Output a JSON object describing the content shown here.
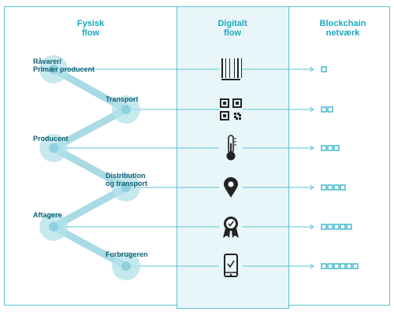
{
  "columns": {
    "physical": "Fysisk\nflow",
    "digital": "Digitalt\nflow",
    "blockchain": "Blockchain\nnetværk"
  },
  "steps": [
    {
      "label": "Råvarer/\nPrimær producent",
      "icon": "barcode-icon",
      "blocks": 1
    },
    {
      "label": "Transport",
      "icon": "qr-code-icon",
      "blocks": 2
    },
    {
      "label": "Producent",
      "icon": "thermometer-icon",
      "blocks": 3
    },
    {
      "label": "Distribution\nog transport",
      "icon": "location-pin-icon",
      "blocks": 4
    },
    {
      "label": "Aftagere",
      "icon": "award-badge-icon",
      "blocks": 5
    },
    {
      "label": "Forbrugeren",
      "icon": "smartphone-check-icon",
      "blocks": 6
    }
  ],
  "colors": {
    "accent": "#1aa8c0",
    "line": "#5bc2d4",
    "node": "#b3e1ea",
    "path": "#a8dbe6",
    "panel": "#e8f6f9",
    "label": "#0e5f73",
    "icon": "#222222"
  }
}
